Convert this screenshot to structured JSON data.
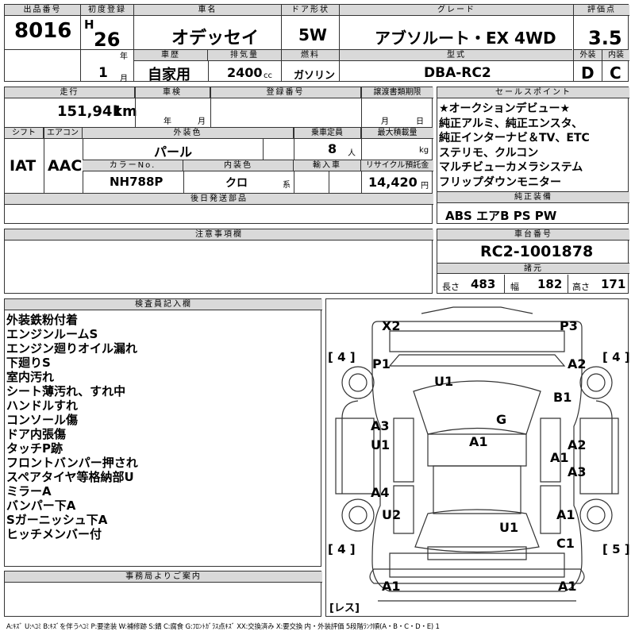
{
  "header": {
    "lot_label": "出品番号",
    "lot_no": "8016",
    "reg_label": "初度登録",
    "era": "H",
    "year": "26",
    "year_unit": "年",
    "month": "1",
    "month_unit": "月",
    "name_label": "車名",
    "name": "オデッセイ",
    "door_label": "ドア形状",
    "door": "5W",
    "grade_label": "グレード",
    "grade": "アブソルート・EX 4WD",
    "score_label": "評価点",
    "score": "3.5",
    "ext_label": "外装",
    "ext_grade": "D",
    "int_label": "内装",
    "int_grade": "C",
    "history_label": "車歴",
    "history": "自家用",
    "disp_label": "排気量",
    "disp": "2400",
    "disp_unit": "cc",
    "fuel_label": "燃料",
    "fuel": "ガソリン",
    "model_label": "型式",
    "model": "DBA-RC2"
  },
  "row2": {
    "mileage_label": "走行",
    "mileage": "151,941",
    "mileage_unit": "km",
    "inspection_label": "車検",
    "insp_year": "年",
    "insp_month": "月",
    "regno_label": "登録番号",
    "transfer_label": "譲渡書類期限",
    "tr_month": "月",
    "tr_day": "日",
    "shift_label": "シフト",
    "shift": "IAT",
    "ac_label": "エアコン",
    "ac": "AAC",
    "color_label": "外装色",
    "color": "パール",
    "cap_label": "乗車定員",
    "cap": "8",
    "cap_unit": "人",
    "load_label": "最大積載量",
    "load_unit": "kg",
    "colorno_label": "カラーNo.",
    "colorno": "NH788P",
    "intcolor_label": "内装色",
    "intcolor": "クロ",
    "intcolor_unit": "系",
    "import_label": "輸入車",
    "recycle_label": "リサイクル預託金",
    "recycle": "14,420",
    "recycle_unit": "円",
    "later_label": "後日発送部品",
    "notes_label": "注意事項欄"
  },
  "sales": {
    "label": "セールスポイント",
    "lines": [
      "★オークションデビュー★",
      "純正アルミ、純正エンスタ、",
      "純正インターナビ＆TV、ETC",
      "ステリモ、クルコン",
      "マルチビューカメラシステム",
      "フリップダウンモニター"
    ],
    "equip_label": "純正装備",
    "equip": "ABS エアB PS PW",
    "chassis_label": "車台番号",
    "chassis": "RC2-1001878",
    "dims_label": "諸元",
    "len_label": "長さ",
    "len": "483",
    "wid_label": "幅",
    "wid": "182",
    "hei_label": "高さ",
    "hei": "171"
  },
  "inspector": {
    "label": "検査員記入欄",
    "lines": [
      "外装鉄粉付着",
      "エンジンルームS",
      "エンジン廻りオイル漏れ",
      "下廻りS",
      "室内汚れ",
      "シート薄汚れ、すれ中",
      "ハンドルすれ",
      "コンソール傷",
      "ドア内張傷",
      "タッチP跡",
      "フロントバンパー押され",
      "スペアタイヤ等格納部U",
      "ミラーA",
      "バンパー下A",
      "Sガーニッシュ下A",
      "ヒッチメンバー付"
    ],
    "office_label": "事務局よりご案内"
  },
  "diagram": {
    "labels": [
      "X2",
      "P3",
      "P1",
      "A2",
      "U1",
      "B1",
      "G",
      "A3",
      "U1",
      "A1",
      "A2",
      "A1",
      "A3",
      "A4",
      "U2",
      "A1",
      "U1",
      "C1",
      "A1",
      "A1"
    ],
    "tires": [
      "[ 4 ]",
      "[ 4 ]",
      "[ 4 ]",
      "[ 5 ]"
    ],
    "spare": "[レス]"
  },
  "legend": "A:ｷｽﾞ U:ﾍｺﾐ B:ｷｽﾞを伴うﾍｺﾐ P:要塗装 W:補修跡 S:錆 C:腐食 G:ﾌﾛﾝﾄｶﾞﾗｽ点ｷｽﾞ XX:交換済み X:要交換 内・外装評価 5段階ﾗﾝｸ順(A・B・C・D・E) 1"
}
